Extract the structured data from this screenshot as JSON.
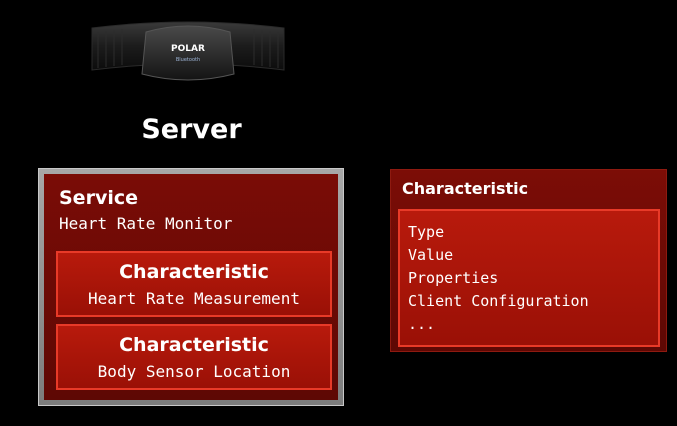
{
  "server": {
    "title": "Server",
    "device": {
      "icon": "heart-rate-strap-icon",
      "brand": "POLAR",
      "badge": "Bluetooth"
    },
    "service": {
      "label": "Service",
      "name": "Heart Rate Monitor",
      "characteristics": [
        {
          "label": "Characteristic",
          "name": "Heart Rate Measurement"
        },
        {
          "label": "Characteristic",
          "name": "Body Sensor Location"
        }
      ]
    }
  },
  "characteristic_detail": {
    "title": "Characteristic",
    "fields": [
      "Type",
      "Value",
      "Properties",
      "Client Configuration",
      "..."
    ]
  }
}
